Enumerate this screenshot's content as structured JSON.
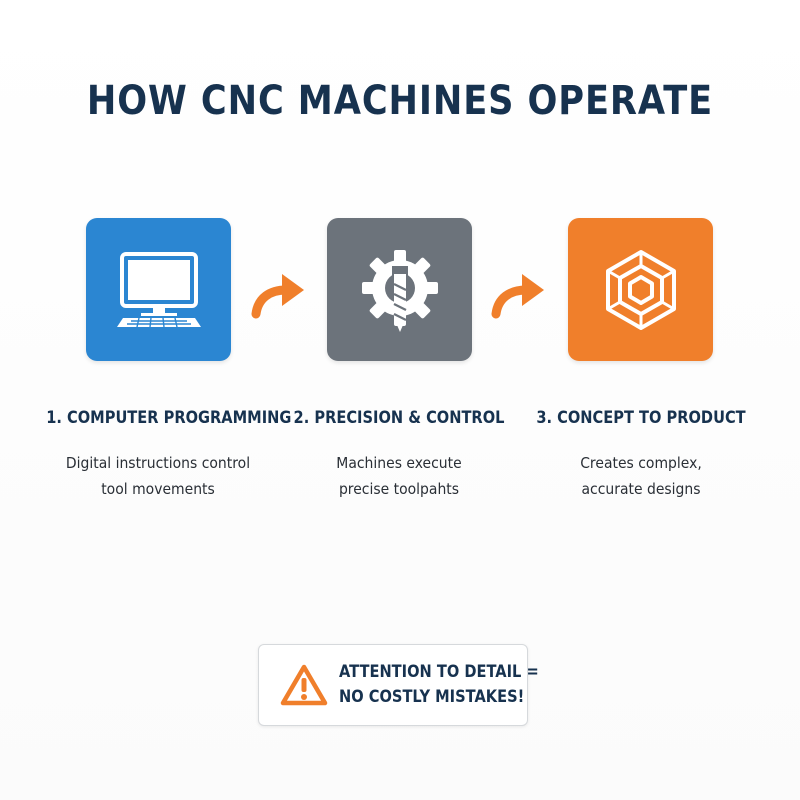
{
  "title": "HOW CNC MACHINES OPERATE",
  "colors": {
    "navy": "#17324f",
    "blue": "#2b86d2",
    "gray": "#6c737b",
    "orange": "#f07f2b"
  },
  "steps": [
    {
      "title": "1. COMPUTER PROGRAMMING",
      "line1": "Digital instructions control",
      "line2": "tool movements",
      "icon": "computer-monitor-icon"
    },
    {
      "title": "2. PRECISION & CONTROL",
      "line1": "Machines execute",
      "line2": "precise toolpahts",
      "icon": "gear-drill-icon"
    },
    {
      "title": "3. CONCEPT TO PRODUCT",
      "line1": "Creates complex,",
      "line2": "accurate designs",
      "icon": "hexagon-part-icon"
    }
  ],
  "callout": {
    "line1": "ATTENTION TO DETAIL =",
    "line2": "NO COSTLY MISTAKES!",
    "icon": "warning-triangle-icon"
  }
}
